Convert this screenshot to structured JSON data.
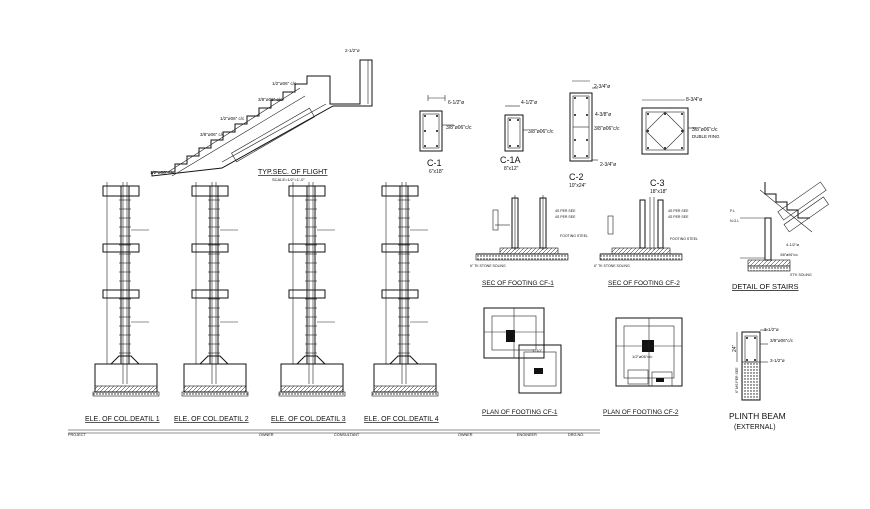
{
  "stair_flight": {
    "title": "TYP.SEC. OF FLIGHT",
    "scale": "SCALE=1/2\"=1'-0\"",
    "notes": [
      "2-1/2\"ø",
      "1/2\"ø06\" c/c",
      "3/8\"ø06\" c/c",
      "1/2\"ø06\" c/c",
      "3/8\"ø06\" c/c",
      "1/2\"ø06\" c/c"
    ]
  },
  "columns": [
    {
      "title": "C-1",
      "size": "6\"x18\"",
      "bars": "6-1/2\"ø",
      "ties": "3/8\"ø06\"c/c"
    },
    {
      "title": "C-1A",
      "size": "8\"x12\"",
      "bars": "4-1/2\"ø",
      "ties": "3/8\"ø06\"c/c"
    },
    {
      "title": "C-2",
      "size": "10\"x24\"",
      "bars": "2-3/4\"ø",
      "bars2": "4-3/8\"ø",
      "bars3": "2-3/4\"ø",
      "ties": "3/8\"ø06\"c/c"
    },
    {
      "title": "C-3",
      "size": "18\"x18\"",
      "bars": "8-3/4\"ø",
      "ties": "3/8\"ø06\"c/c",
      "ring": "DUBLE RING"
    }
  ],
  "elevations": [
    {
      "title": "ELE. OF COL.DEATIL 1"
    },
    {
      "title": "ELE. OF COL.DEATIL 2"
    },
    {
      "title": "ELE. OF COL.DEATIL 3"
    },
    {
      "title": "ELE. OF COL.DEATIL 4"
    }
  ],
  "footing_sections": [
    {
      "title": "SEC OF FOOTING CF-1"
    },
    {
      "title": "SEC OF FOOTING CF-2"
    }
  ],
  "footing_plans": [
    {
      "title": "PLAN OF FOOTING CF-1",
      "dim": "1'-10\""
    },
    {
      "title": "PLAN OF FOOTING CF-2",
      "dim": "1/2\"ø06\"c/c"
    }
  ],
  "stairs_detail": {
    "title": "DETAIL OF STAIRS"
  },
  "plinth_beam": {
    "title": "PLINTH BEAM",
    "subtitle": "(EXTERNAL)",
    "notes": [
      "3-1/2\"ø",
      "3/8\"ø06\"c/c",
      "3-1/2\"ø"
    ],
    "depth": "24\"",
    "fill_note": "6\" MS PER SEE"
  },
  "title_block": {
    "fields": [
      "PROJECT",
      "OWNER",
      "CONSULTANT",
      "OWNER",
      "ENGINEER",
      "DRG.NO."
    ]
  }
}
